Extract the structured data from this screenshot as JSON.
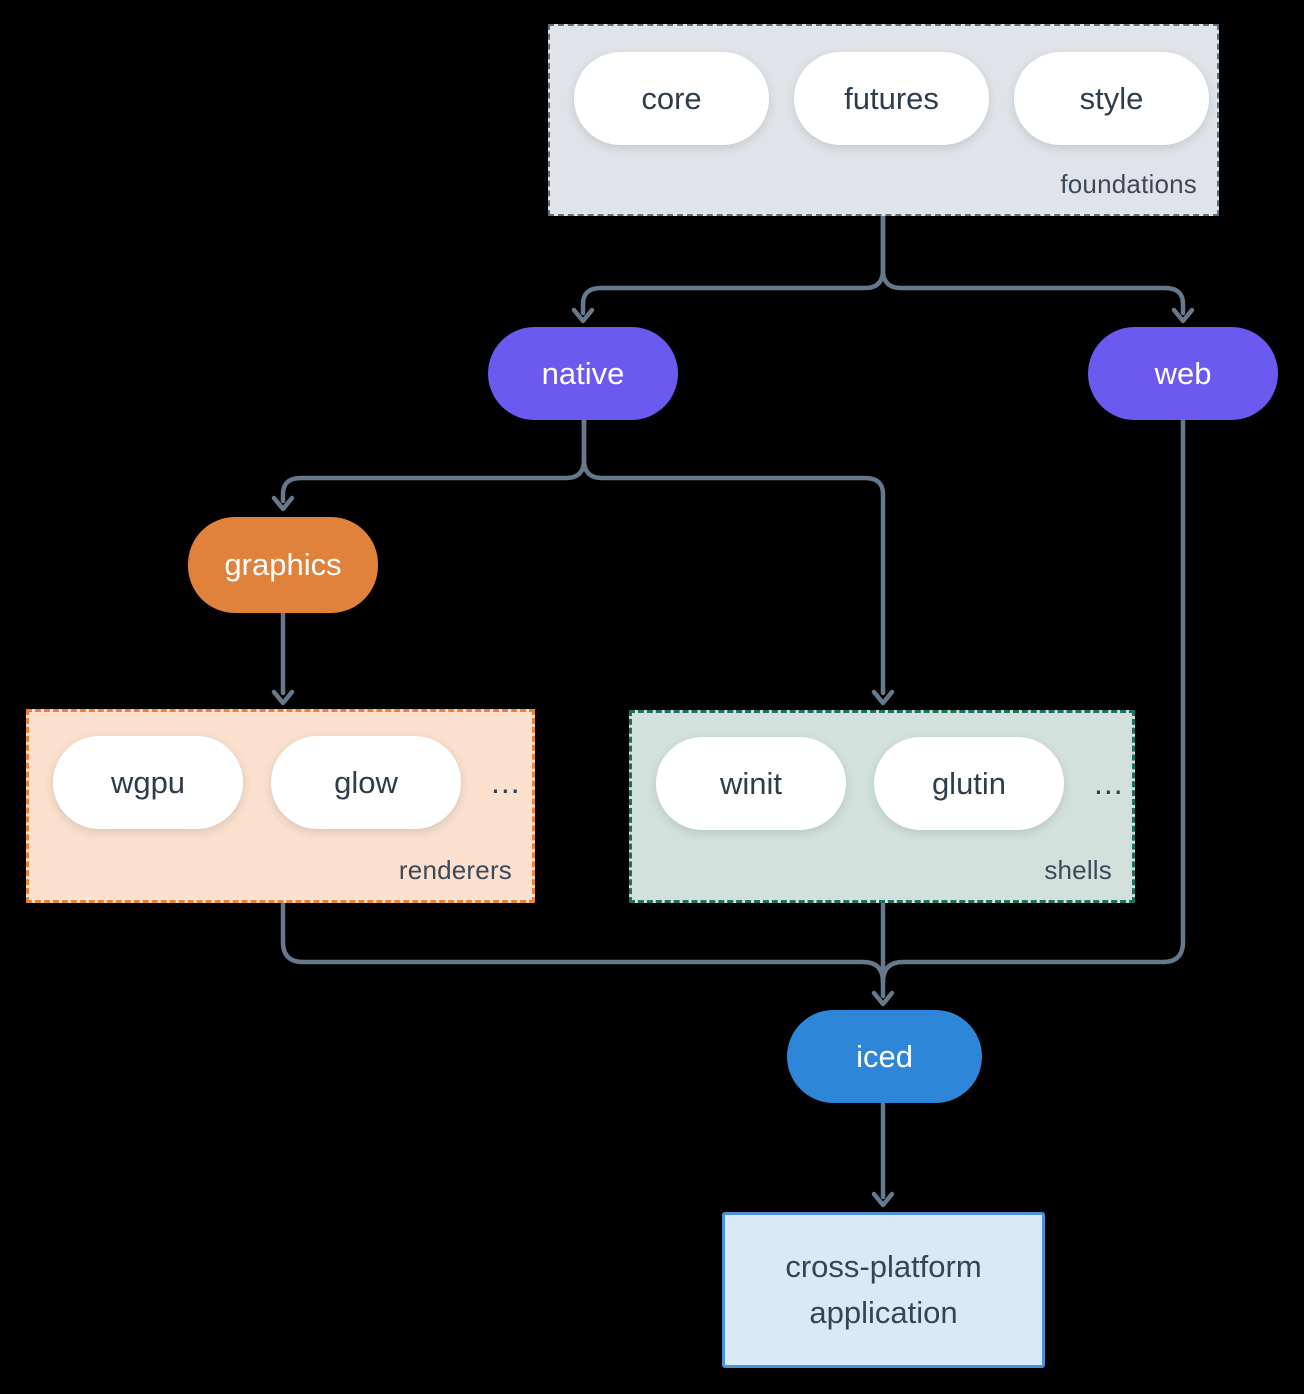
{
  "nodes": {
    "native": "native",
    "web": "web",
    "graphics": "graphics",
    "iced": "iced",
    "application": "cross-platform application"
  },
  "groups": {
    "foundations": {
      "label": "foundations",
      "pills": [
        "core",
        "futures",
        "style"
      ]
    },
    "renderers": {
      "label": "renderers",
      "pills": [
        "wgpu",
        "glow"
      ],
      "ellipsis": "..."
    },
    "shells": {
      "label": "shells",
      "pills": [
        "winit",
        "glutin"
      ],
      "ellipsis": "..."
    }
  },
  "colors": {
    "background": "#000000",
    "connector": "#66798b",
    "node_purple": "#6a5aef",
    "node_orange": "#e0813c",
    "node_blue": "#2e86d8",
    "pill_fill": "#ffffff",
    "pill_text": "#2e3d4c",
    "foundations_fill": "#e0e4e8",
    "foundations_border": "#5c7082",
    "renderers_fill": "#fae0cd",
    "renderers_border": "#e9833c",
    "shells_fill": "#d2e1db",
    "shells_border": "#1e6f60",
    "app_fill": "#d8e9f8",
    "app_border": "#4c91da"
  }
}
